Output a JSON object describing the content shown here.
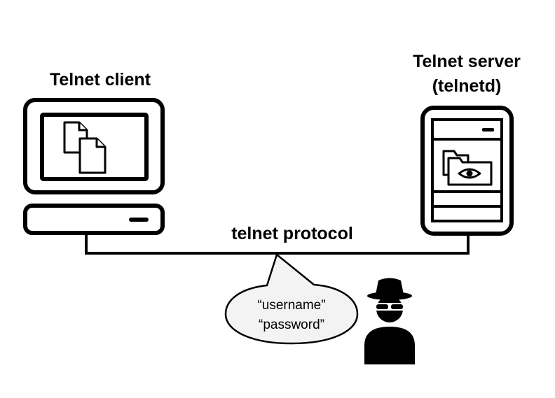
{
  "client": {
    "label": "Telnet client"
  },
  "server": {
    "label_line1": "Telnet server",
    "label_line2": "(telnetd)"
  },
  "connection": {
    "label": "telnet protocol"
  },
  "speech": {
    "line1": "“username”",
    "line2": "“password”"
  },
  "colors": {
    "stroke": "#000000",
    "background": "#ffffff",
    "bubble_fill": "#f3f3f3"
  }
}
